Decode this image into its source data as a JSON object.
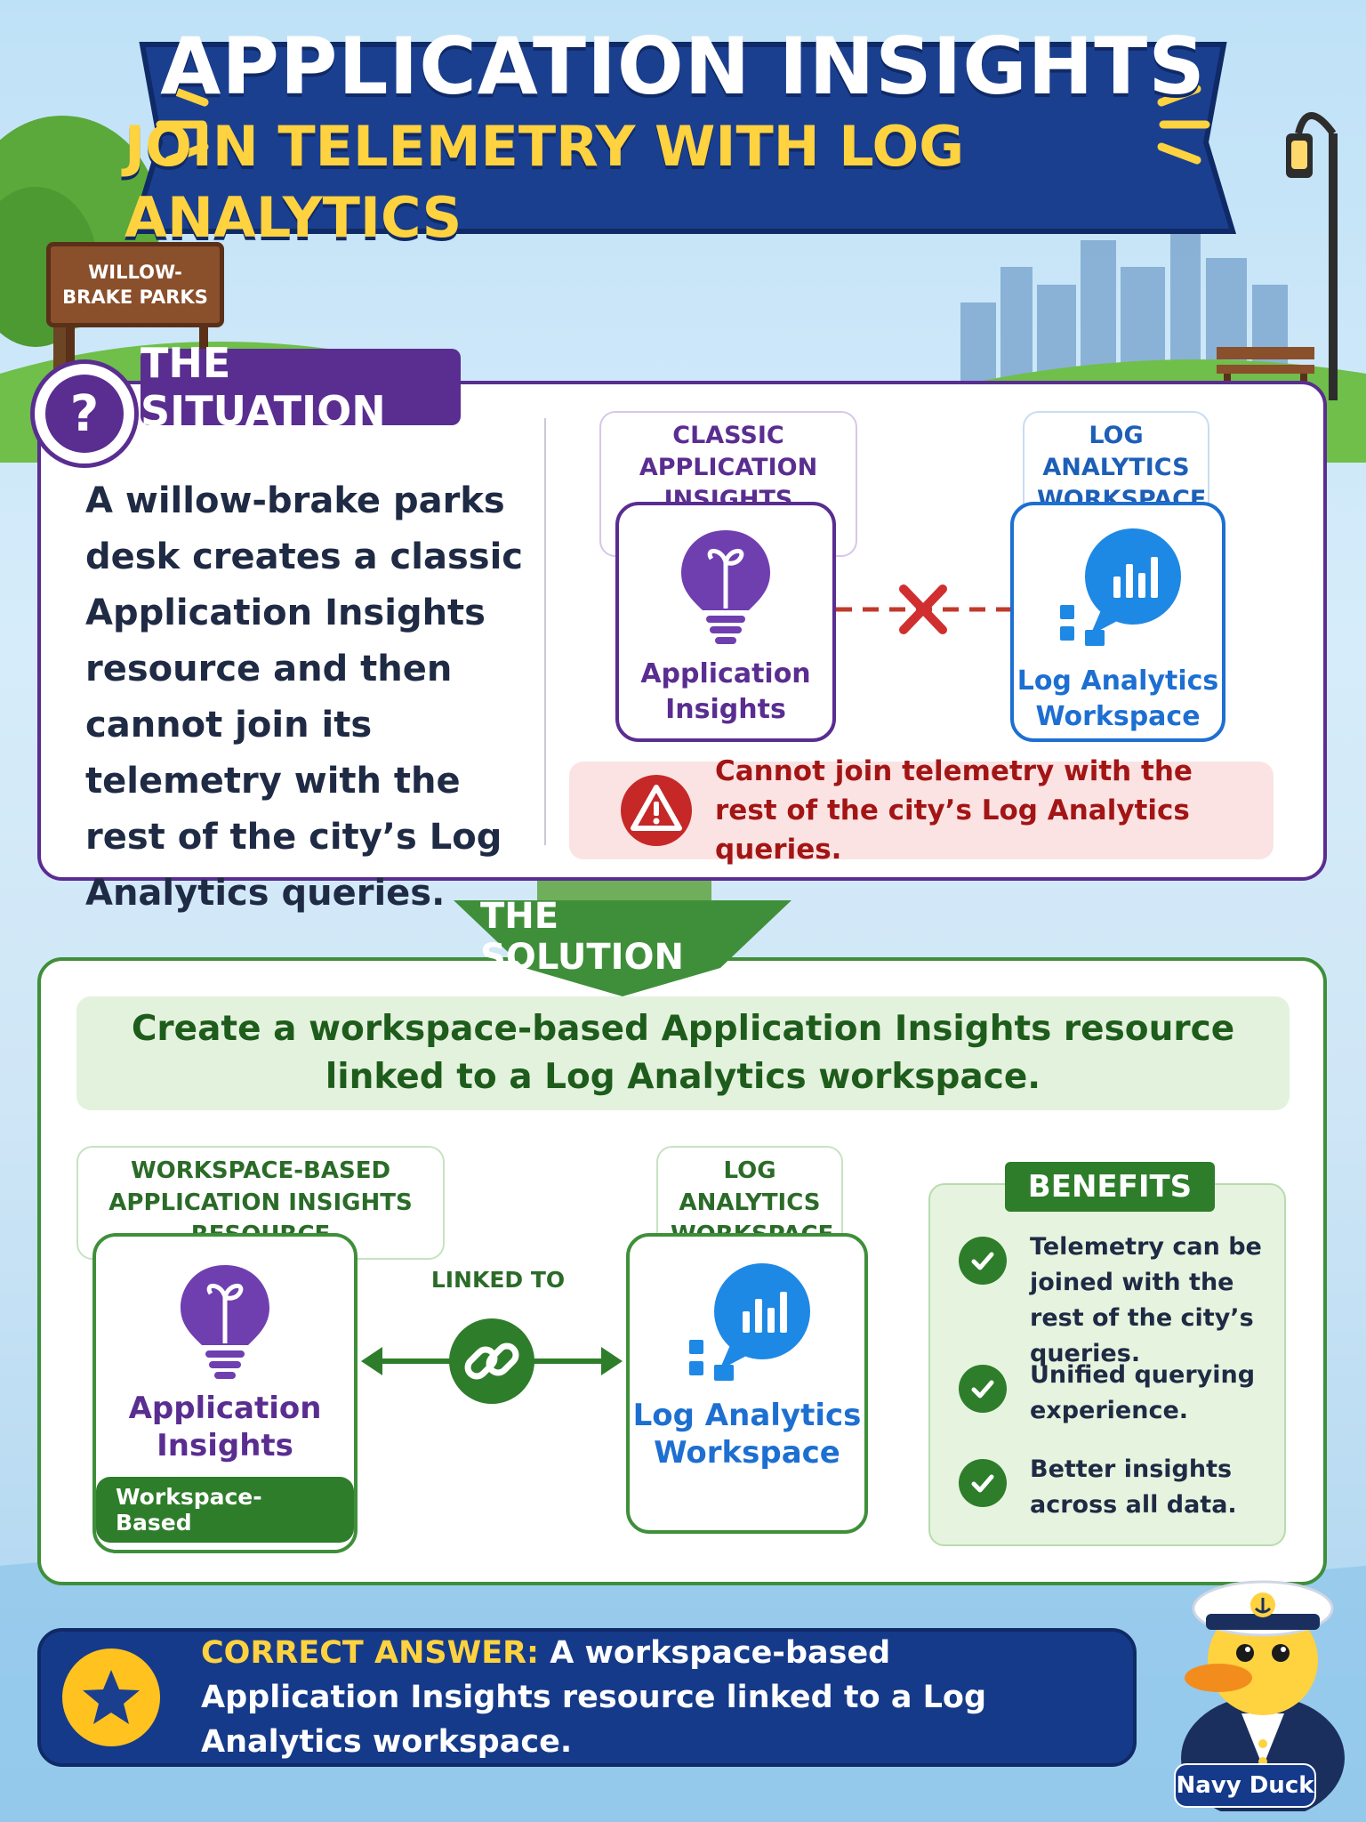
{
  "title": {
    "main": "APPLICATION INSIGHTS",
    "sub": "JOIN TELEMETRY WITH LOG ANALYTICS"
  },
  "park_sign": "WILLOW-BRAKE PARKS",
  "situation": {
    "header": "THE SITUATION",
    "badge_glyph": "?",
    "text": "A willow-brake parks desk creates a classic Application Insights resource and then cannot join its telemetry with the rest of the city’s Log Analytics queries.",
    "classic_label": "CLASSIC APPLICATION INSIGHTS RESOURCE",
    "law_label": "LOG ANALYTICS WORKSPACE",
    "ai_tile_name": "Application Insights",
    "law_tile_name": "Log Analytics Workspace",
    "error": "Cannot join telemetry with the rest of the city’s Log Analytics queries."
  },
  "solution": {
    "header": "THE SOLUTION",
    "statement": "Create a workspace-based Application Insights resource linked to a Log Analytics workspace.",
    "wb_label": "WORKSPACE-BASED APPLICATION INSIGHTS RESOURCE",
    "law_label": "LOG ANALYTICS WORKSPACE",
    "ai_tile_name": "Application Insights",
    "ai_badge": "Workspace-Based",
    "law_tile_name": "Log Analytics Workspace",
    "linked_label": "LINKED TO",
    "benefits_header": "BENEFITS",
    "benefits": [
      "Telemetry can be joined with the rest of the city’s queries.",
      "Unified querying experience.",
      "Better insights across all data."
    ]
  },
  "answer": {
    "prefix": "CORRECT ANSWER:",
    "text": "A workspace-based Application Insights resource linked to a Log Analytics workspace."
  },
  "mascot_label": "Navy Duck",
  "colors": {
    "purple": "#5a2d91",
    "green": "#2e7d2a",
    "blue": "#1d6fd1",
    "navy": "#163a8a",
    "gold": "#ffd23f",
    "error_red": "#a31515"
  }
}
